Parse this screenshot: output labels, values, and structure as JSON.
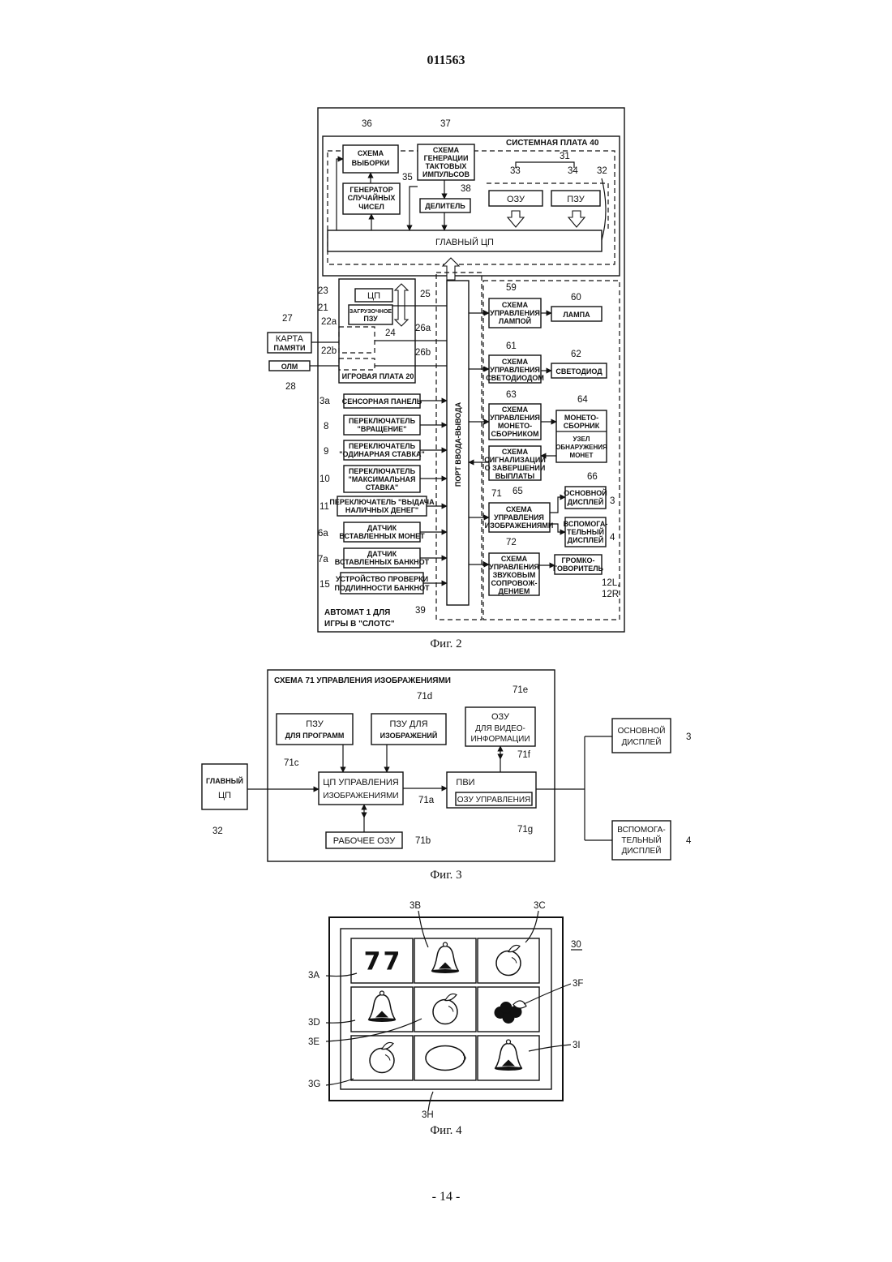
{
  "page_number": "011563",
  "footer": "- 14 -",
  "fig2": {
    "caption": "Фиг. 2",
    "system_board": "СИСТЕМНАЯ ПЛАТА 40",
    "sampling": [
      "СХЕМА",
      "ВЫБОРКИ"
    ],
    "clock": [
      "СХЕМА",
      "ГЕНЕРАЦИИ",
      "ТАКТОВЫХ",
      "ИМПУЛЬСОВ"
    ],
    "rng": [
      "ГЕНЕРАТОР",
      "СЛУЧАЙНЫХ",
      "ЧИСЕЛ"
    ],
    "divider": "ДЕЛИТЕЛЬ",
    "ram": "ОЗУ",
    "rom": "ПЗУ",
    "main_cpu": "ГЛАВНЫЙ ЦП",
    "cpu": "ЦП",
    "boot_rom": [
      "ЗАГРУЗОЧНОЕ",
      "ПЗУ"
    ],
    "memory_card": [
      "КАРТА",
      "ПАМЯТИ"
    ],
    "gal": "ОЛМ",
    "game_board": "ИГРОВАЯ ПЛАТА 20",
    "io_port": "ПОРТ ВВОДА-ВЫВОДА",
    "touch_panel": "СЕНСОРНАЯ ПАНЕЛЬ",
    "spin_switch": [
      "ПЕРЕКЛЮЧАТЕЛЬ",
      "\"ВРАЩЕНИЕ\""
    ],
    "single_bet": [
      "ПЕРЕКЛЮЧАТЕЛЬ",
      "\"ОДИНАРНАЯ СТАВКА\""
    ],
    "max_bet": [
      "ПЕРЕКЛЮЧАТЕЛЬ",
      "\"МАКСИМАЛЬНАЯ",
      "СТАВКА\""
    ],
    "cashout": [
      "ПЕРЕКЛЮЧАТЕЛЬ \"ВЫДАЧА",
      "НАЛИЧНЫХ ДЕНЕГ\""
    ],
    "coin_sensor": [
      "ДАТЧИК",
      "ВСТАВЛЕННЫХ МОНЕТ"
    ],
    "bill_sensor": [
      "ДАТЧИК",
      "ВСТАВЛЕННЫХ БАНКНОТ"
    ],
    "bill_validator": [
      "УСТРОЙСТВО ПРОВЕРКИ",
      "ПОДЛИННОСТИ БАНКНОТ"
    ],
    "lamp_ctrl": [
      "СХЕМА",
      "УПРАВЛЕНИЯ",
      "ЛАМПОЙ"
    ],
    "lamp": "ЛАМПА",
    "led_ctrl": [
      "СХЕМА",
      "УПРАВЛЕНИЯ",
      "СВЕТОДИОДОМ"
    ],
    "led": "СВЕТОДИОД",
    "hopper_ctrl": [
      "СХЕМА",
      "УПРАВЛЕНИЯ",
      "МОНЕТО-",
      "СБОРНИКОМ"
    ],
    "hopper": [
      "МОНЕТО-",
      "СБОРНИК"
    ],
    "coin_detect": [
      "УЗЕЛ",
      "ОБНАРУЖЕНИЯ",
      "МОНЕТ"
    ],
    "payout": [
      "СХЕМА",
      "СИГНАЛИЗАЦИИ",
      "О ЗАВЕРШЕНИИ",
      "ВЫПЛАТЫ"
    ],
    "img_ctrl": [
      "СХЕМА",
      "УПРАВЛЕНИЯ",
      "ИЗОБРАЖЕНИЯМИ"
    ],
    "main_display": [
      "ОСНОВНОЙ",
      "ДИСПЛЕЙ"
    ],
    "sub_display": [
      "ВСПОМОГА-",
      "ТЕЛЬНЫЙ",
      "ДИСПЛЕЙ"
    ],
    "sound_ctrl": [
      "СХЕМА",
      "УПРАВЛЕНИЯ",
      "ЗВУКОВЫМ",
      "СОПРОВОЖ-",
      "ДЕНИЕМ"
    ],
    "speaker": [
      "ГРОМКО-",
      "ГОВОРИТЕЛЬ"
    ],
    "machine": [
      "АВТОМАТ 1 ДЛЯ",
      "ИГРЫ В \"СЛОТС\""
    ],
    "refs": {
      "r36": "36",
      "r37": "37",
      "r31": "31",
      "r33": "33",
      "r34": "34",
      "r32": "32",
      "r35": "35",
      "r38": "38",
      "r23": "23",
      "r21": "21",
      "r22a": "22a",
      "r22b": "22b",
      "r27": "27",
      "r28": "28",
      "r24": "24",
      "r25": "25",
      "r26a": "26a",
      "r26b": "26b",
      "r59": "59",
      "r60": "60",
      "r61": "61",
      "r62": "62",
      "r63": "63",
      "r64": "64",
      "r66": "66",
      "r65": "65",
      "r71": "71",
      "r3": "3",
      "r4": "4",
      "r72": "72",
      "r12": "12L,",
      "r12b": "12R",
      "r39": "39",
      "r3a": "3a",
      "r8": "8",
      "r9": "9",
      "r10": "10",
      "r11": "11",
      "r6a": "6a",
      "r7a": "7a",
      "r15": "15"
    }
  },
  "fig3": {
    "caption": "Фиг. 3",
    "title": "СХЕМА 71 УПРАВЛЕНИЯ ИЗОБРАЖЕНИЯМИ",
    "prog_rom": [
      "ПЗУ",
      "ДЛЯ ПРОГРАММ"
    ],
    "img_rom": [
      "ПЗУ ДЛЯ",
      "ИЗОБРАЖЕНИЙ"
    ],
    "vram": [
      "ОЗУ",
      "ДЛЯ ВИДЕО-",
      "ИНФОРМАЦИИ"
    ],
    "main_cpu": [
      "ГЛАВНЫЙ",
      "ЦП"
    ],
    "img_cpu": [
      "ЦП УПРАВЛЕНИЯ",
      "ИЗОБРАЖЕНИЯМИ"
    ],
    "vdp": "ПВИ",
    "ctrl_ram": "ОЗУ УПРАВЛЕНИЯ",
    "work_ram": "РАБОЧЕЕ ОЗУ",
    "main_display": [
      "ОСНОВНОЙ",
      "ДИСПЛЕЙ"
    ],
    "sub_display": [
      "ВСПОМОГА-",
      "ТЕЛЬНЫЙ",
      "ДИСПЛЕЙ"
    ],
    "refs": {
      "r71d": "71d",
      "r71e": "71e",
      "r71f": "71f",
      "r71c": "71c",
      "r71a": "71a",
      "r71b": "71b",
      "r71g": "71g",
      "r32": "32",
      "r3": "3",
      "r4": "4"
    }
  },
  "fig4": {
    "caption": "Фиг. 4",
    "refs": {
      "r30": "30",
      "r3A": "3A",
      "r3B": "3B",
      "r3C": "3C",
      "r3D": "3D",
      "r3E": "3E",
      "r3F": "3F",
      "r3G": "3G",
      "r3H": "3H",
      "r3I": "3I"
    },
    "symbols": [
      "seven",
      "bell",
      "orange",
      "bell",
      "orange",
      "cherry",
      "orange",
      "lemon",
      "bell"
    ]
  }
}
